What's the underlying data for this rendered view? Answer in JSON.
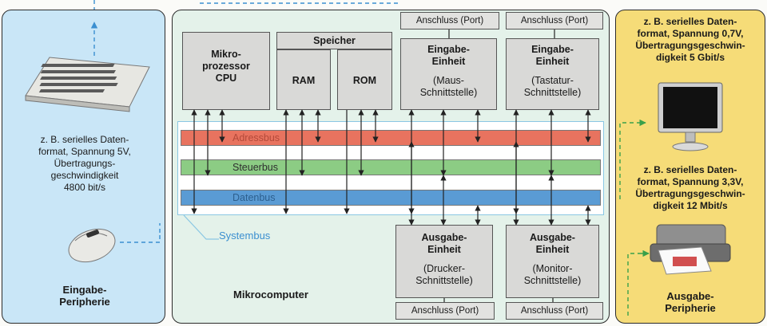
{
  "left_panel": {
    "description": [
      "z. B. serielles Daten-",
      "format, Spannung 5V,",
      "Übertragungs-",
      "geschwindigkeit",
      "4800 bit/s"
    ],
    "title": [
      "Eingabe-",
      "Peripherie"
    ]
  },
  "center_panel": {
    "title": "Mikrocomputer",
    "cpu": [
      "Mikro-",
      "prozessor",
      "CPU"
    ],
    "memory_label": "Speicher",
    "ram": "RAM",
    "rom": "ROM",
    "input_units": [
      {
        "port": "Anschluss (Port)",
        "title": [
          "Eingabe-",
          "Einheit"
        ],
        "sub": [
          "(Maus-",
          "Schnittstelle)"
        ]
      },
      {
        "port": "Anschluss (Port)",
        "title": [
          "Eingabe-",
          "Einheit"
        ],
        "sub": [
          "(Tastatur-",
          "Schnittstelle)"
        ]
      }
    ],
    "output_units": [
      {
        "port": "Anschluss (Port)",
        "title": [
          "Ausgabe-",
          "Einheit"
        ],
        "sub": [
          "(Drucker-",
          "Schnittstelle)"
        ]
      },
      {
        "port": "Anschluss (Port)",
        "title": [
          "Ausgabe-",
          "Einheit"
        ],
        "sub": [
          "(Monitor-",
          "Schnittstelle)"
        ]
      }
    ],
    "buses": [
      {
        "label": "Adressbus",
        "color": "#e8735f"
      },
      {
        "label": "Steuerbus",
        "color": "#8ccc84"
      },
      {
        "label": "Datenbus",
        "color": "#5a9bd4"
      }
    ],
    "system_bus_label": "Systembus"
  },
  "right_panel": {
    "description_top": [
      "z. B. serielles Daten-",
      "format, Spannung 0,7V,",
      "Übertragungsgeschwin-",
      "digkeit 5 Gbit/s"
    ],
    "description_bottom": [
      "z. B. serielles Daten-",
      "format, Spannung 3,3V,",
      "Übertragungsgeschwin-",
      "digkeit 12 Mbit/s"
    ],
    "title": [
      "Ausgabe-",
      "Peripherie"
    ]
  },
  "colors": {
    "left_panel_bg": "#c9e6f7",
    "center_panel_bg": "#e4f2ea",
    "right_panel_bg": "#f6dc78",
    "link_line": "#3b8fd0",
    "link_line_green": "#3aa04a"
  }
}
